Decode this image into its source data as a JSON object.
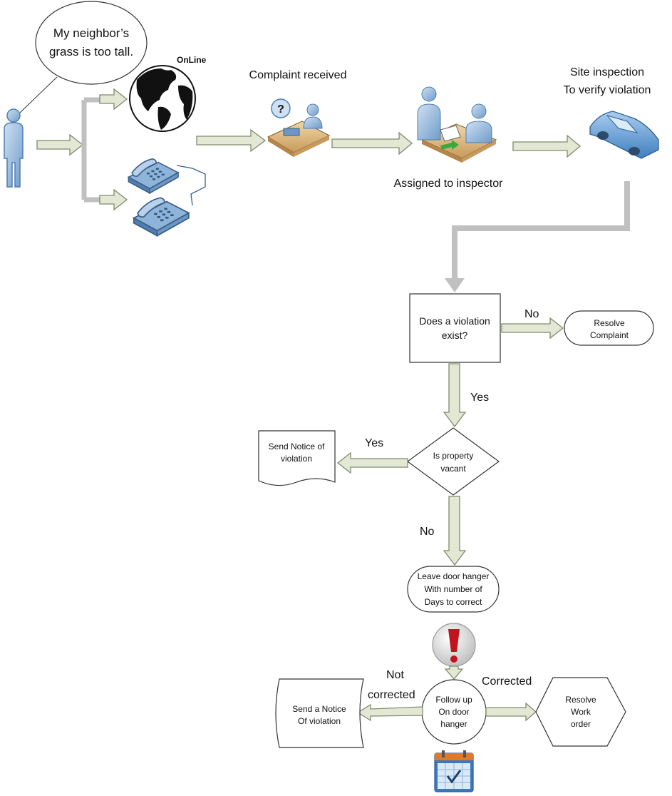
{
  "speech_bubble": {
    "line1": "My neighbor’s",
    "line2": "grass is too tall."
  },
  "online_label": "OnLine",
  "steps": {
    "complaint_received": "Complaint received",
    "assigned_to_inspector": "Assigned to inspector",
    "site_inspection_line1": "Site inspection",
    "site_inspection_line2": "To verify violation"
  },
  "decision_violation": {
    "line1": "Does a violation",
    "line2": "exist?"
  },
  "resolve_complaint": {
    "line1": "Resolve",
    "line2": "Complaint"
  },
  "decision_vacant": {
    "line1": "Is property",
    "line2": "vacant"
  },
  "send_notice_1": {
    "line1": "Send Notice of",
    "line2": "violation"
  },
  "door_hanger": {
    "line1": "Leave door hanger",
    "line2": "With number of",
    "line3": "Days to correct"
  },
  "follow_up": {
    "line1": "Follow up",
    "line2": "On door",
    "line3": "hanger"
  },
  "send_notice_2": {
    "line1": "Send a Notice",
    "line2": "Of violation"
  },
  "resolve_work_order": {
    "line1": "Resolve",
    "line2": "Work",
    "line3": "order"
  },
  "edge_labels": {
    "no_1": "No",
    "yes_1": "Yes",
    "yes_2": "Yes",
    "no_2": "No",
    "not_corrected_line1": "Not",
    "not_corrected_line2": "corrected",
    "corrected": "Corrected"
  },
  "colors": {
    "arrow_fill": "#e3e8d5",
    "arrow_stroke": "#7f8a6b",
    "connector_gray": "#c0c0c0",
    "person_blue": "#8fb4d9",
    "globe_black": "#111111",
    "alert_red": "#c0141e",
    "calendar_blue": "#3a78c2"
  }
}
